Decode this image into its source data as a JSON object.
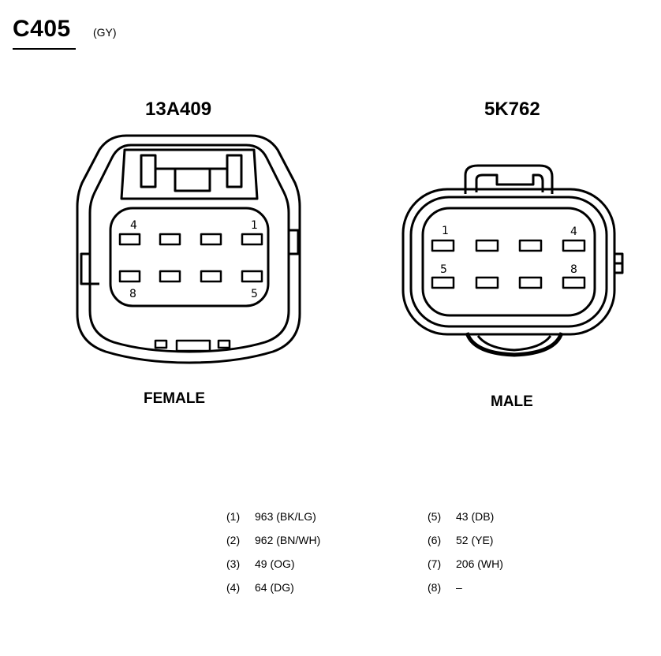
{
  "connector": {
    "id": "C405",
    "color_code": "(GY)"
  },
  "female": {
    "part_number": "13A409",
    "label": "FEMALE",
    "pin_labels": {
      "p4": "4",
      "p1": "1",
      "p8": "8",
      "p5": "5"
    }
  },
  "male": {
    "part_number": "5K762",
    "label": "MALE",
    "pin_labels": {
      "p1": "1",
      "p4": "4",
      "p5": "5",
      "p8": "8"
    }
  },
  "pinout": [
    {
      "pin": "(1)",
      "circuit": "963 (BK/LG)"
    },
    {
      "pin": "(2)",
      "circuit": "962 (BN/WH)"
    },
    {
      "pin": "(3)",
      "circuit": "49 (OG)"
    },
    {
      "pin": "(4)",
      "circuit": "64 (DG)"
    },
    {
      "pin": "(5)",
      "circuit": "43 (DB)"
    },
    {
      "pin": "(6)",
      "circuit": "52 (YE)"
    },
    {
      "pin": "(7)",
      "circuit": "206 (WH)"
    },
    {
      "pin": "(8)",
      "circuit": "–"
    }
  ]
}
